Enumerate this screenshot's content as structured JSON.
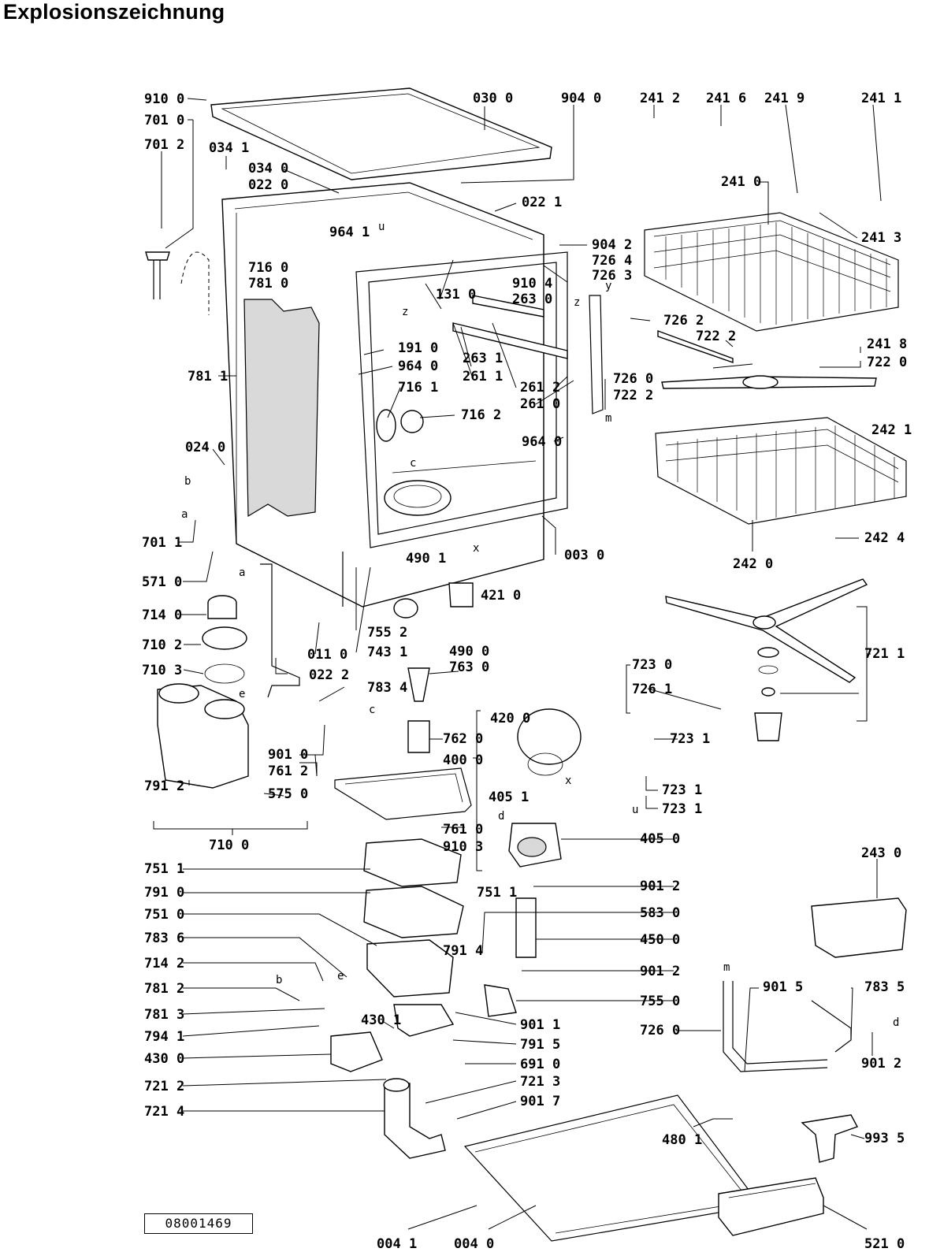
{
  "title": "Explosionszeichnung",
  "document_number": "08001469",
  "callouts": [
    "910 0",
    "701 0",
    "701 2",
    "034 1",
    "034 0",
    "022 0",
    "030 0",
    "904 0",
    "241 2",
    "241 6",
    "241 9",
    "241 1",
    "241 0",
    "241 3",
    "022 1",
    "964 1",
    "904 2",
    "726 4",
    "726 3",
    "716 0",
    "781 0",
    "131 0",
    "910 4",
    "263 0",
    "726 2",
    "722 2",
    "241 8",
    "722 0",
    "191 0",
    "964 0",
    "263 1",
    "261 1",
    "261 2",
    "261 0",
    "716 1",
    "716 2",
    "726 0",
    "722 2",
    "781 1",
    "964 0",
    "242 1",
    "024 0",
    "701 1",
    "003 0",
    "242 4",
    "242 0",
    "571 0",
    "490 1",
    "421 0",
    "714 0",
    "755 2",
    "743 1",
    "710 2",
    "011 0",
    "490 0",
    "763 0",
    "710 3",
    "022 2",
    "723 0",
    "726 1",
    "721 1",
    "783 4",
    "420 0",
    "762 0",
    "723 1",
    "901 0",
    "761 2",
    "400 0",
    "723 1",
    "723 1",
    "791 2",
    "575 0",
    "405 1",
    "405 0",
    "710 0",
    "761 0",
    "910 3",
    "751 1",
    "901 2",
    "243 0",
    "791 0",
    "751 1",
    "751 0",
    "583 0",
    "783 6",
    "450 0",
    "714 2",
    "791 4",
    "901 2",
    "781 2",
    "755 0",
    "726 0",
    "901 5",
    "783 5",
    "781 3",
    "901 1",
    "794 1",
    "791 5",
    "430 1",
    "430 0",
    "691 0",
    "721 2",
    "721 3",
    "901 2",
    "721 4",
    "901 7",
    "480 1",
    "993 5",
    "004 1",
    "004 0",
    "521 0"
  ],
  "letter_marks": [
    "u",
    "z",
    "z",
    "c",
    "x",
    "a",
    "b",
    "m",
    "e",
    "a",
    "c",
    "x",
    "d",
    "e",
    "b",
    "m",
    "d",
    "u",
    "y"
  ]
}
